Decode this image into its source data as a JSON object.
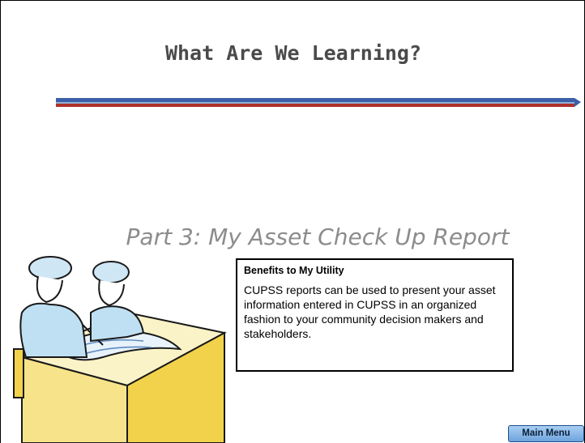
{
  "slide": {
    "title": "What Are We Learning?",
    "subtitle": "Part 3: My Asset Check Up Report"
  },
  "benefits": {
    "heading": "Benefits to My Utility",
    "body": "CUPSS reports can be used to present your asset information entered in CUPSS in an organized fashion to your community decision makers and stakeholders."
  },
  "navigation": {
    "main_menu_label": "Main Menu"
  },
  "colors": {
    "title": "#4a4a4a",
    "subtitle": "#8c8c8c",
    "bar_blue": "#3b5fa8",
    "bar_red": "#b0302a"
  },
  "icons": {
    "clipart": "workers-reviewing-blueprint-clipart"
  }
}
